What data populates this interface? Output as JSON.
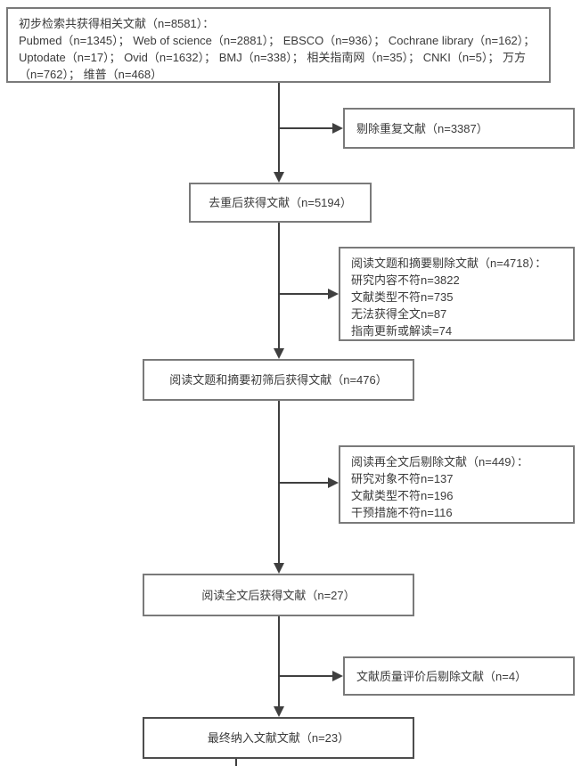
{
  "flowchart": {
    "top_box": {
      "lines": [
        "初步检索共获得相关文献（n=8581）：",
        "Pubmed（n=1345）； Web of science（n=2881）； EBSCO（n=936）； Cochrane library（n=162）；",
        "Uptodate（n=17）； Ovid（n=1632）； BMJ（n=338）； 相关指南网（n=35）； CNKI（n=5）； 万方",
        "（n=762）； 维普（n=468）"
      ]
    },
    "duplicates_removed_box": {
      "label": "剔除重复文献（n=3387）"
    },
    "dedup_result_box": {
      "label": "去重后获得文献（n=5194）"
    },
    "title_abstract_excluded_box": {
      "lines": [
        "阅读文题和摘要剔除文献（n=4718）：",
        "研究内容不符n=3822",
        "文献类型不符n=735",
        "无法获得全文n=87",
        "指南更新或解读=74"
      ]
    },
    "title_abstract_result_box": {
      "label": "阅读文题和摘要初筛后获得文献（n=476）"
    },
    "fulltext_excluded_box": {
      "lines": [
        "阅读再全文后剔除文献（n=449）：",
        "研究对象不符n=137",
        "文献类型不符n=196",
        "干预措施不符n=116"
      ]
    },
    "fulltext_result_box": {
      "label": "阅读全文后获得文献（n=27）"
    },
    "quality_excluded_box": {
      "label": "文献质量评价后剔除文献（n=4）"
    },
    "final_box": {
      "label": "最终纳入文献文献（n=23）"
    }
  },
  "colors": {
    "box_border": "#7a7a7a",
    "final_box_border": "#4d4d4d",
    "arrow": "#3f3f3f",
    "text": "#3b3b3b",
    "background": "#ffffff"
  }
}
